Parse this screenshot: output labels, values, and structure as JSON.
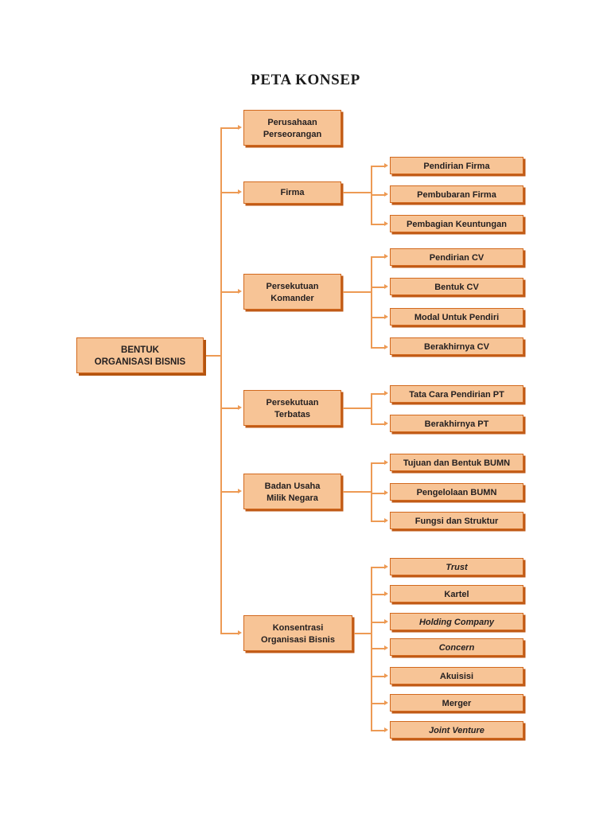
{
  "title": "PETA KONSEP",
  "colors": {
    "box_fill": "#F7C496",
    "box_border": "#D2691E",
    "box_shadow": "#C05A16",
    "connector": "#ED9A54",
    "text": "#231f20",
    "background": "#ffffff"
  },
  "root": {
    "label": "BENTUK\nORGANISASI BISNIS",
    "line1": "BENTUK",
    "line2": "ORGANISASI BISNIS"
  },
  "branches": [
    {
      "id": "perusahaan-perseorangan",
      "line1": "Perusahaan",
      "line2": "Perseorangan",
      "children": []
    },
    {
      "id": "firma",
      "line1": "Firma",
      "line2": "",
      "children": [
        {
          "label": "Pendirian Firma",
          "italic": false
        },
        {
          "label": "Pembubaran Firma",
          "italic": false
        },
        {
          "label": "Pembagian Keuntungan",
          "italic": false
        }
      ]
    },
    {
      "id": "persekutuan-komander",
      "line1": "Persekutuan",
      "line2": "Komander",
      "children": [
        {
          "label": "Pendirian CV",
          "italic": false
        },
        {
          "label": "Bentuk CV",
          "italic": false
        },
        {
          "label": "Modal Untuk Pendiri",
          "italic": false
        },
        {
          "label": "Berakhirnya CV",
          "italic": false
        }
      ]
    },
    {
      "id": "persekutuan-terbatas",
      "line1": "Persekutuan",
      "line2": "Terbatas",
      "children": [
        {
          "label": "Tata Cara Pendirian PT",
          "italic": false
        },
        {
          "label": "Berakhirnya PT",
          "italic": false
        }
      ]
    },
    {
      "id": "badan-usaha-milik-negara",
      "line1": "Badan Usaha",
      "line2": "Milik Negara",
      "children": [
        {
          "label": "Tujuan dan Bentuk BUMN",
          "italic": false
        },
        {
          "label": "Pengelolaan BUMN",
          "italic": false
        },
        {
          "label": "Fungsi dan Struktur",
          "italic": false
        }
      ]
    },
    {
      "id": "konsentrasi-organisasi-bisnis",
      "line1": "Konsentrasi",
      "line2": "Organisasi Bisnis",
      "children": [
        {
          "label": "Trust",
          "italic": true
        },
        {
          "label": "Kartel",
          "italic": false
        },
        {
          "label": "Holding Company",
          "italic": true
        },
        {
          "label": "Concern",
          "italic": true
        },
        {
          "label": "Akuisisi",
          "italic": false
        },
        {
          "label": "Merger",
          "italic": false
        },
        {
          "label": "Joint Venture",
          "italic": true
        }
      ]
    }
  ]
}
